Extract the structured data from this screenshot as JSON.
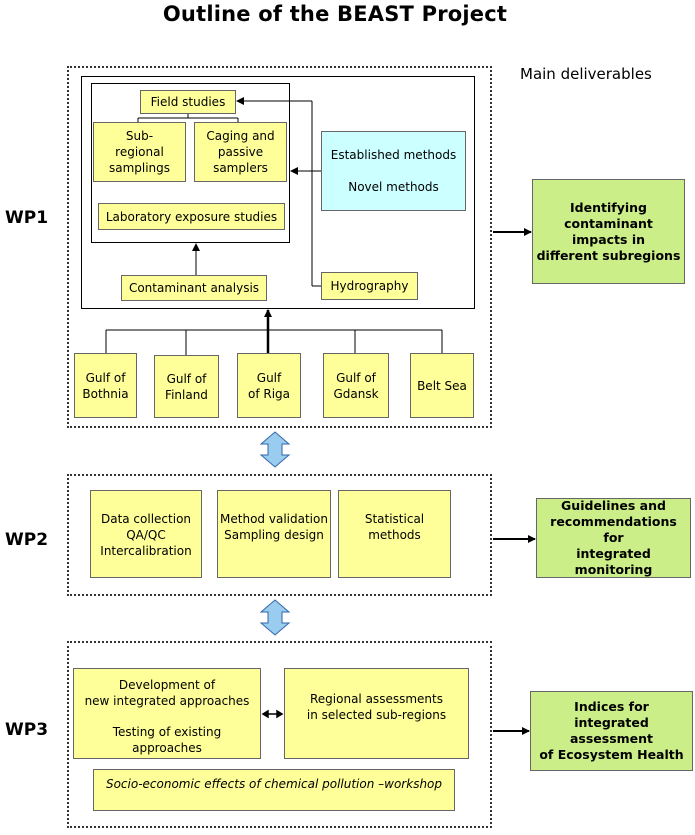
{
  "title": "Outline of the BEAST Project",
  "main_deliverables_heading": "Main deliverables",
  "wp1": {
    "label": "WP1",
    "field_studies": "Field studies",
    "subregional_samplings": "Sub-\nregional\nsamplings",
    "caging_passive_samplers": "Caging and\npassive\nsamplers",
    "established_methods": "Established methods",
    "novel_methods": "Novel methods",
    "lab_exposure": "Laboratory exposure studies",
    "contaminant_analysis": "Contaminant analysis",
    "hydrography": "Hydrography",
    "regions": [
      "Gulf of\nBothnia",
      "Gulf of\nFinland",
      "Gulf\nof Riga",
      "Gulf of\nGdansk",
      "Belt Sea"
    ],
    "deliverable": "Identifying\ncontaminant\nimpacts in\ndifferent subregions"
  },
  "wp2": {
    "label": "WP2",
    "data_collection": "Data collection\nQA/QC\nIntercalibration",
    "method_validation": "Method validation\nSampling design",
    "statistical_methods": "Statistical\nmethods",
    "deliverable": "Guidelines and\nrecommendations for\nintegrated monitoring"
  },
  "wp3": {
    "label": "WP3",
    "development": "Development of\nnew integrated approaches",
    "testing": "Testing of existing approaches",
    "regional_assessments": "Regional assessments\nin selected sub-regions",
    "socio_economic": "Socio-economic effects of chemical pollution –workshop",
    "deliverable": "Indices for\nintegrated assessment\nof Ecosystem Health"
  },
  "colors": {
    "yellow_box": "#ffff99",
    "cyan_box": "#ccffff",
    "green_box": "#ccee88",
    "double_arrow": "#99ccee"
  }
}
